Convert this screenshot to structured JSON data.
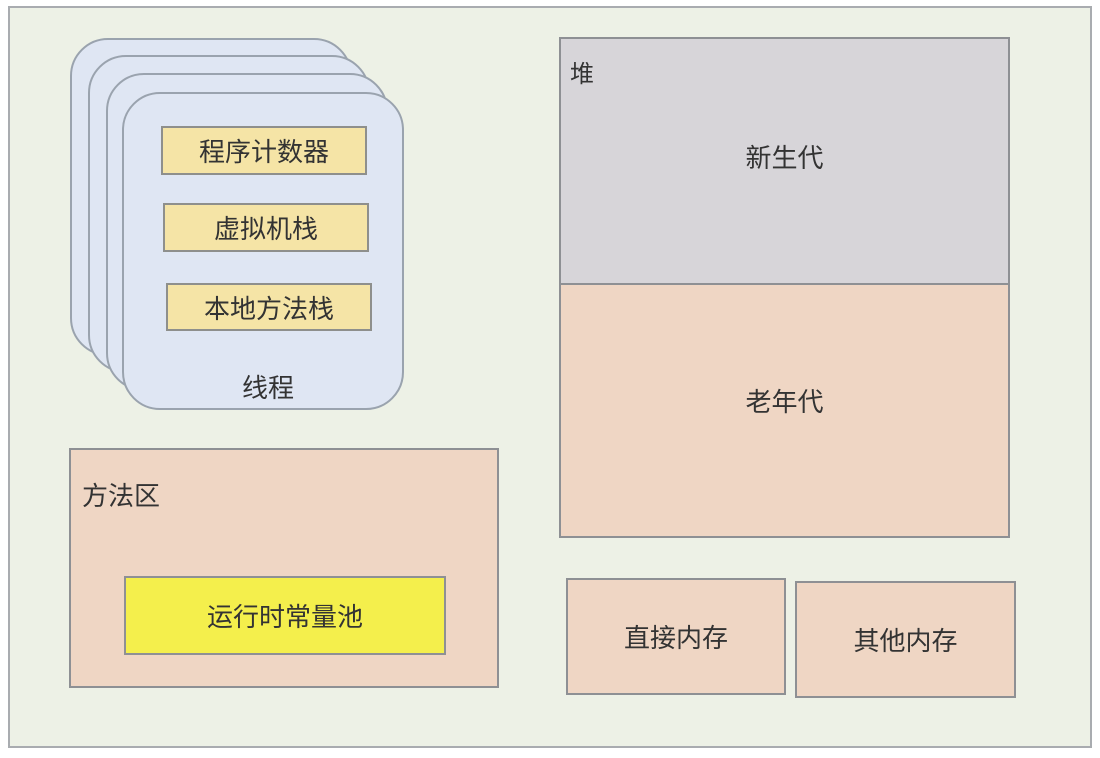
{
  "thread": {
    "label": "线程",
    "items": [
      "程序计数器",
      "虚拟机栈",
      "本地方法栈"
    ]
  },
  "method_area": {
    "label": "方法区",
    "constant_pool": "运行时常量池"
  },
  "heap": {
    "label": "堆",
    "young": "新生代",
    "old": "老年代"
  },
  "direct_memory": "直接内存",
  "other_memory": "其他内存",
  "colors": {
    "background": "#edf1e6",
    "thread_card": "#dfe6f3",
    "item_fill": "#f5e4a6",
    "peach": "#efd6c4",
    "young_gen": "#d7d5d9",
    "constant_pool": "#f4ef4c"
  }
}
